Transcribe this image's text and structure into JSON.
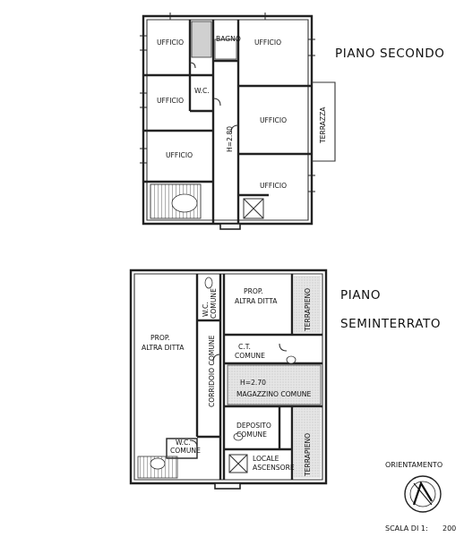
{
  "upper_floor": {
    "title": "PIANO SECONDO",
    "rooms": {
      "office_1": "UFFICIO",
      "bathroom": "BAGNO",
      "office_2": "UFFICIO",
      "office_3": "UFFICIO",
      "wc": "W.C.",
      "office_4": "UFFICIO",
      "office_5": "UFFICIO",
      "office_6": "UFFICIO",
      "terrace": "TERRAZZA"
    },
    "height_label": "H=2.80"
  },
  "basement": {
    "title_line1": "PIANO",
    "title_line2": "SEMINTERRATO",
    "rooms": {
      "prop_left_1": "PROP.",
      "prop_left_2": "ALTRA DITTA",
      "wc_top_1": "W.C.",
      "wc_top_2": "COMUNE",
      "prop_top_1": "PROP.",
      "prop_top_2": "ALTRA DITTA",
      "terrapieno_top": "TERRAPIENO",
      "corridor": "CORRIDOIO COMUNE",
      "ct_1": "C.T.",
      "ct_2": "COMUNE",
      "storage": "MAGAZZINO COMUNE",
      "deposit_1": "DEPOSITO",
      "deposit_2": "COMUNE",
      "wc_bottom_1": "W.C.",
      "wc_bottom_2": "COMUNE",
      "lift_1": "LOCALE",
      "lift_2": "ASCENSORE",
      "terrapieno_bottom": "TERRAPIENO"
    },
    "height_label": "H=2.70"
  },
  "orientation_label": "ORIENTAMENTO",
  "scale_label": "SCALA DI 1:",
  "scale_value": "200"
}
